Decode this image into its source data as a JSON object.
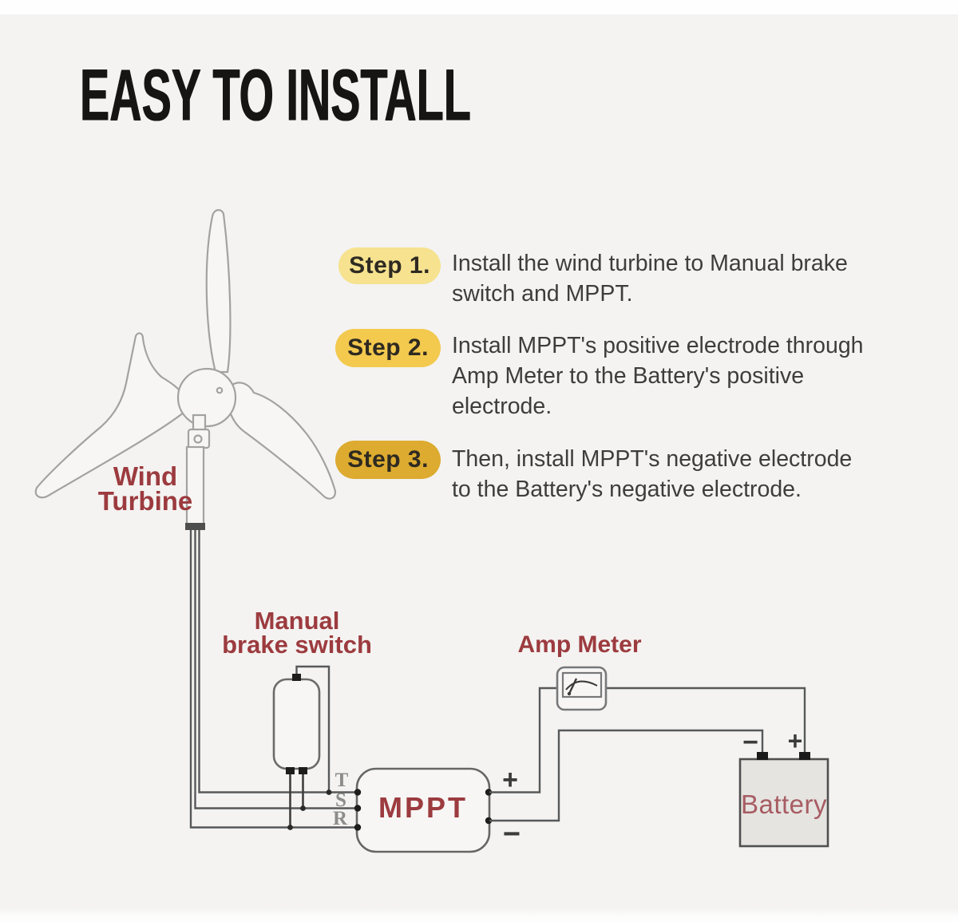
{
  "title": "EASY TO INSTALL",
  "steps": [
    {
      "badge": "Step 1.",
      "lines": [
        "Install the wind turbine to Manual brake",
        "switch and MPPT."
      ]
    },
    {
      "badge": "Step 2.",
      "lines": [
        "Install MPPT's positive electrode through",
        "Amp Meter to the Battery's positive",
        "electrode."
      ]
    },
    {
      "badge": "Step 3.",
      "lines": [
        "Then, install MPPT's negative electrode",
        "to the Battery's negative electrode."
      ]
    }
  ],
  "diagram": {
    "wind_turbine_label": {
      "line1": "Wind",
      "line2": "Turbine"
    },
    "brake_switch_label": {
      "line1": "Manual",
      "line2": "brake switch"
    },
    "amp_meter_label": "Amp Meter",
    "mppt_label": "MPPT",
    "battery_label": "Battery",
    "terminals": {
      "t": "T",
      "s": "S",
      "r": "R",
      "mppt_plus": "+",
      "mppt_minus": "−",
      "battery_minus": "−",
      "battery_plus": "+"
    }
  },
  "colors": {
    "background": "#f4f3f1",
    "step1_badge": "#f6e28f",
    "step2_badge": "#f3c94e",
    "step3_badge": "#dcab2f",
    "label_red": "#9c3b3f",
    "battery_text": "#a85c63",
    "step_text": "#3d3d3d",
    "wire_gray": "#57585a",
    "turbine_outline": "#a2a2a2"
  }
}
